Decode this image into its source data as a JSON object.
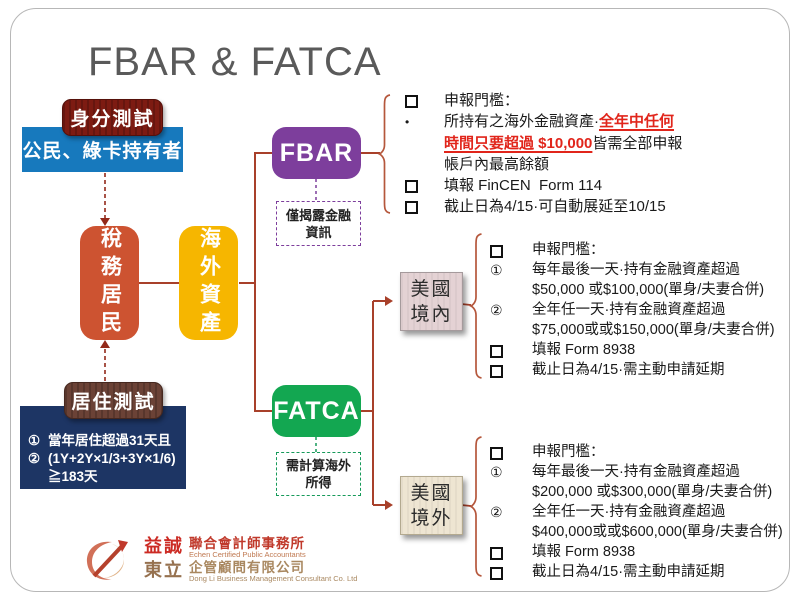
{
  "title": "FBAR & FATCA",
  "flow": {
    "identity_test_label": "身分測試",
    "citizen_label": "公民、綠卡持有者",
    "tax_resident_label": "稅務居民",
    "overseas_assets_label": "海外資產",
    "residence_test_label": "居住測試",
    "residence_rules": {
      "rule1_marker": "①",
      "rule1_text": "當年居住超過31天且",
      "rule2_marker": "②",
      "rule2_text": "(1Y+2Y×1/3+3Y×1/6)",
      "rule3_text": "≧183天"
    }
  },
  "markers": {
    "circle1": "①",
    "circle2": "②",
    "bullet": "•"
  },
  "fbar": {
    "label": "FBAR",
    "note_line1": "僅揭露金融",
    "note_line2": "資訊",
    "details": {
      "item1": "申報門檻：",
      "item2_black": "所持有之海外金融資產·",
      "item2_red": "全年中任何",
      "item3_red": "時間只要超過 $10,000",
      "item3_black": "皆需全部申報",
      "item4": "帳戶內最高餘額",
      "item5": "填報 FinCEN  Form 114",
      "item6": "截止日為4/15·可自動展延至10/15"
    }
  },
  "fatca": {
    "label": "FATCA",
    "note_line1": "需計算海外",
    "note_line2": "所得",
    "domestic": {
      "box_line1": "美國",
      "box_line2": "境內",
      "item1": "申報門檻：",
      "item2": "每年最後一天·持有金融資產超過",
      "item3": "$50,000 或$100,000(單身/夫妻合併)",
      "item4": "全年任一天·持有金融資產超過",
      "item5": "$75,000或或$150,000(單身/夫妻合併)",
      "item6": "填報 Form 8938",
      "item7": "截止日為4/15·需主動申請延期"
    },
    "foreign": {
      "box_line1": "美國",
      "box_line2": "境外",
      "item1": "申報門檻：",
      "item2": "每年最後一天·持有金融資產超過",
      "item3": "$200,000 或$300,000(單身/夫妻合併)",
      "item4": "全年任一天·持有金融資產超過",
      "item5": "$400,000或或$600,000(單身/夫妻合併)",
      "item6": "填報 Form 8938",
      "item7": "截止日為4/15·需主動申請延期"
    }
  },
  "footer": {
    "firm_cn": "益誠",
    "firm_cn2": "聯合會計師事務所",
    "firm_en": "Echen Certified Public Accountants",
    "co_cn": "東立",
    "co_cn2": "企管顧問有限公司",
    "co_en": "Dong Li Business Management Consultant Co. Ltd"
  },
  "colors": {
    "accent_red_text": "#e1251b",
    "connector": "#a8402a",
    "fbar_purple": "#7d3e9c",
    "fatca_green": "#13a751",
    "citizen_blue": "#1779bd",
    "tax_resident_orange": "#cd5331",
    "overseas_gold": "#f6b600",
    "navy": "#1d3564"
  }
}
